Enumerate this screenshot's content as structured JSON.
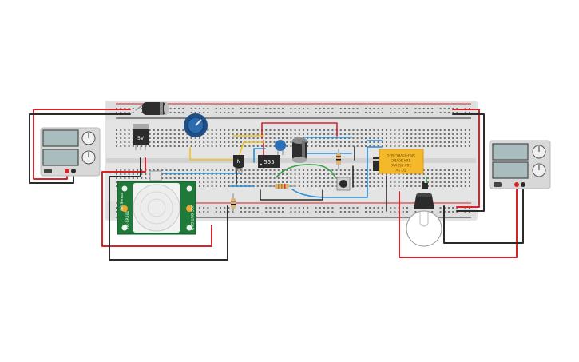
{
  "components": {
    "regulator": {
      "label": "5V"
    },
    "transistor": {
      "label": "N"
    },
    "timer": {
      "label": "555"
    },
    "relay": {
      "line1": "DC 5V",
      "line2": "10A 250VAC",
      "line3": "10A 30VDC",
      "line4": "SRD-05VDC-SL-C"
    },
    "pir": {
      "side_left": "PIR Sensor",
      "side_left2": "HC-SR501",
      "side_right": "VCC OUT GND"
    }
  },
  "colors": {
    "breadboard": "#e4e4e4",
    "wire_red": "#d9232b",
    "wire_black": "#2b2b2b",
    "wire_blue": "#2a8ed8",
    "wire_yellow": "#f2c21d",
    "wire_green": "#3aa14a",
    "relay_body": "#f4b92b",
    "pir_board": "#1f7a3a"
  },
  "icons": [
    "power-supply-icon",
    "capacitor-icon",
    "potentiometer-icon",
    "regulator-icon",
    "transistor-icon",
    "ic-icon",
    "resistor-icon",
    "pushbutton-icon",
    "relay-icon",
    "diode-icon",
    "lightbulb-icon",
    "pir-sensor-icon"
  ]
}
